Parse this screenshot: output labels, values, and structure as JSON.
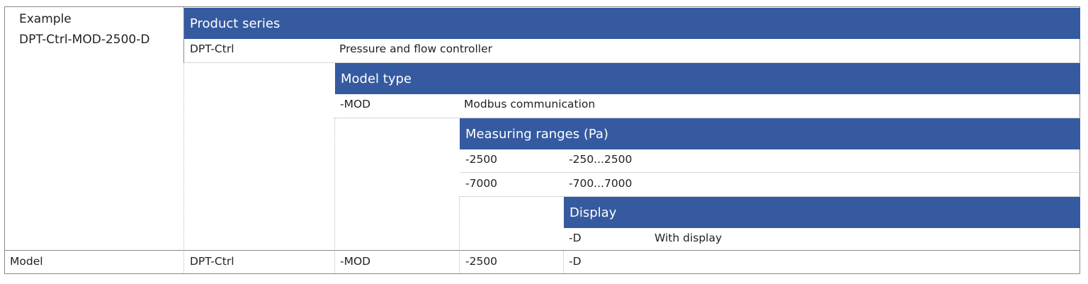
{
  "example": {
    "label": "Example",
    "code": "DPT-Ctrl-MOD-2500-D"
  },
  "product_series": {
    "header": "Product series",
    "rows": [
      {
        "code": "DPT-Ctrl",
        "description": "Pressure and flow controller"
      }
    ]
  },
  "model_type": {
    "header": "Model type",
    "rows": [
      {
        "code": "-MOD",
        "description": "Modbus communication"
      }
    ]
  },
  "measuring_ranges": {
    "header": "Measuring ranges (Pa)",
    "rows": [
      {
        "code": "-2500",
        "description": "-250...2500"
      },
      {
        "code": "-7000",
        "description": "-700...7000"
      }
    ]
  },
  "display": {
    "header": "Display",
    "rows": [
      {
        "code": "-D",
        "description": "With display"
      }
    ]
  },
  "model_row": {
    "label": "Model",
    "values": [
      "DPT-Ctrl",
      "-MOD",
      "-2500",
      "-D"
    ]
  }
}
